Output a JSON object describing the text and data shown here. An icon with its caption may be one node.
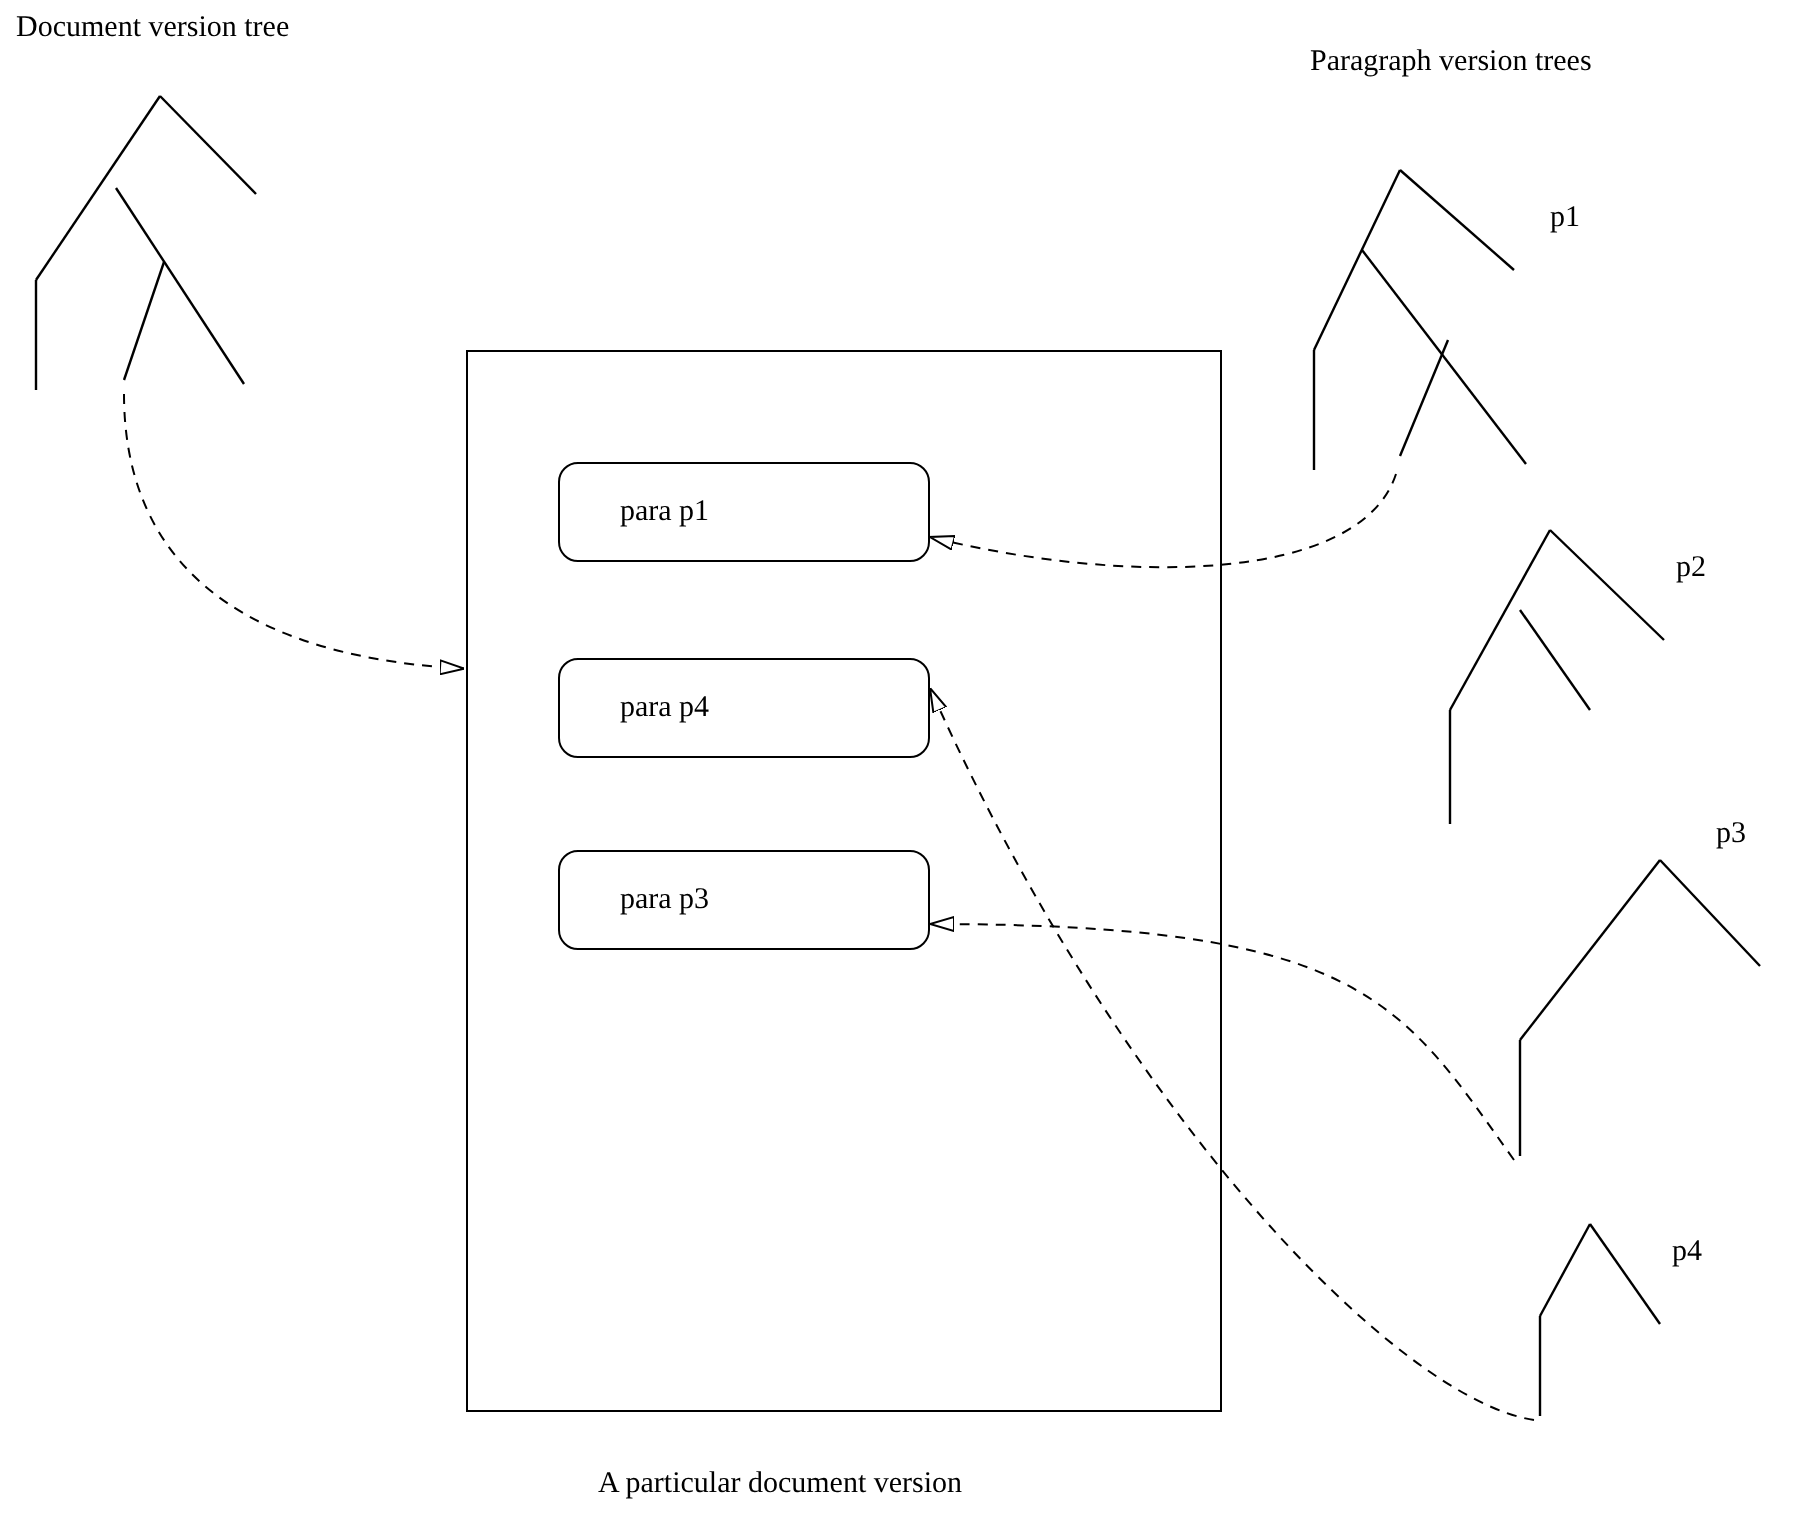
{
  "diagram": {
    "nodes": [
      {
        "text": [],
        "shape": "picture",
        "beside": [
          "Document version tree"
        ]
      },
      {
        "text": [
          "A particular document version"
        ]
      },
      {
        "text": [
          "para p1"
        ],
        "in": 1
      },
      {
        "text": [
          "para p4"
        ],
        "in": 1
      },
      {
        "text": [
          "para p3"
        ],
        "in": 1
      },
      {
        "text": [],
        "shape": "picture",
        "beside": [
          "p1"
        ]
      },
      {
        "text": [],
        "shape": "picture",
        "beside": [
          "p2"
        ]
      },
      {
        "text": [],
        "shape": "picture",
        "beside": [
          "p3"
        ]
      },
      {
        "text": [],
        "shape": "picture",
        "beside": [
          "p4"
        ]
      }
    ],
    "edges": [
      {
        "from": 0,
        "to": 1,
        "arrow": "to",
        "style": "dashed"
      },
      {
        "from": 5,
        "to": 2,
        "arrow": "to",
        "style": "dashed"
      },
      {
        "from": 8,
        "to": 3,
        "arrow": "to",
        "style": "dashed"
      },
      {
        "from": 7,
        "to": 4,
        "arrow": "to",
        "style": "dashed"
      }
    ],
    "labels": [
      "Paragraph version trees"
    ]
  }
}
